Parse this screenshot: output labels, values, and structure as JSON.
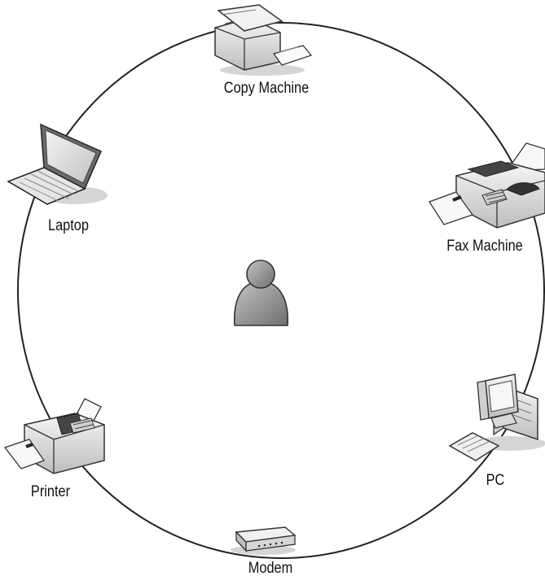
{
  "diagram": {
    "center": {
      "icon": "user-icon"
    },
    "nodes": [
      {
        "id": "copy-machine",
        "label": "Copy Machine",
        "icon": "copy-machine-icon"
      },
      {
        "id": "fax-machine",
        "label": "Fax Machine",
        "icon": "fax-machine-icon"
      },
      {
        "id": "pc",
        "label": "PC",
        "icon": "pc-icon"
      },
      {
        "id": "modem",
        "label": "Modem",
        "icon": "modem-icon"
      },
      {
        "id": "printer",
        "label": "Printer",
        "icon": "printer-icon"
      },
      {
        "id": "laptop",
        "label": "Laptop",
        "icon": "laptop-icon"
      }
    ],
    "colors": {
      "stroke": "#222222",
      "device_light": "#e4e4e4",
      "device_mid": "#b4b4b4",
      "device_dark": "#555555",
      "shadow": "#d0d0d0",
      "user_fill": "#8e8e8e"
    }
  }
}
